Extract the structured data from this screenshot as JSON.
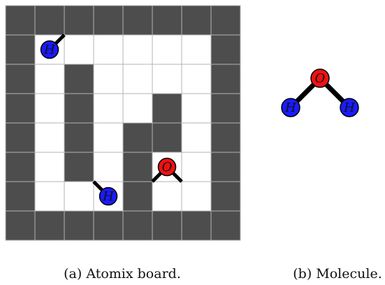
{
  "board": {
    "rows": [
      "########",
      "#......#",
      "#.#....#",
      "#.#..#.#",
      "#.#.##.#",
      "#.#.#..#",
      "#...#..#",
      "########"
    ],
    "colors": {
      "wall": "#4d4d4d",
      "floor": "#ffffff",
      "grid": "#b3b3b3",
      "bond": "#000000"
    },
    "atoms": [
      {
        "id": "atom-h-1",
        "element": "H",
        "label": "H",
        "row": 1,
        "col": 1,
        "bonds": [
          "up-right"
        ],
        "color": "#1a1aff"
      },
      {
        "id": "atom-h-2",
        "element": "H",
        "label": "H",
        "row": 6,
        "col": 3,
        "bonds": [
          "up-left"
        ],
        "color": "#1a1aff"
      },
      {
        "id": "atom-o-1",
        "element": "O",
        "label": "O",
        "row": 5,
        "col": 5,
        "bonds": [
          "down-left",
          "down-right"
        ],
        "color": "#ee1111"
      }
    ]
  },
  "molecule": {
    "atoms": [
      {
        "id": "mol-o",
        "label": "O",
        "color": "#ee1111",
        "grid": [
          1,
          0
        ]
      },
      {
        "id": "mol-h-left",
        "label": "H",
        "color": "#1a1aff",
        "grid": [
          0,
          1
        ]
      },
      {
        "id": "mol-h-right",
        "label": "H",
        "color": "#1a1aff",
        "grid": [
          2,
          1
        ]
      }
    ],
    "bonds": [
      [
        "mol-o",
        "mol-h-left"
      ],
      [
        "mol-o",
        "mol-h-right"
      ]
    ]
  },
  "captions": {
    "a": "(a) Atomix board.",
    "b": "(b) Molecule."
  }
}
